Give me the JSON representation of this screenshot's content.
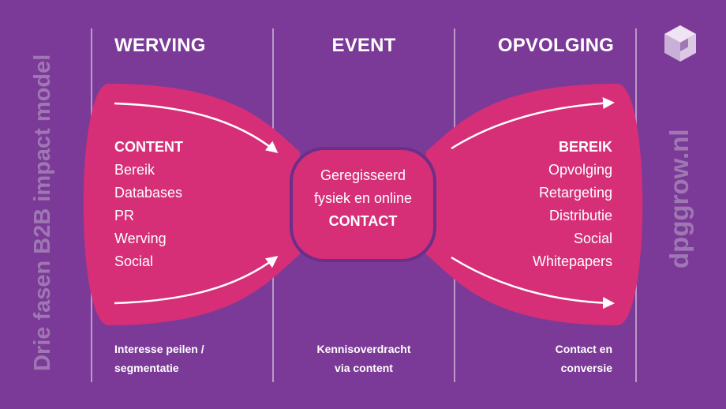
{
  "title": "Drie fasen B2B impact model",
  "brand": "dpggrow.nl",
  "columns": [
    {
      "title": "WERVING"
    },
    {
      "title": "EVENT"
    },
    {
      "title": "OPVOLGING"
    }
  ],
  "left_block": {
    "heading": "CONTENT",
    "items": [
      "Bereik",
      "Databases",
      "PR",
      "Werving",
      "Social"
    ]
  },
  "center_block": {
    "line1": "Geregisseerd",
    "line2": "fysiek en online",
    "heading": "CONTACT"
  },
  "right_block": {
    "heading": "BEREIK",
    "items": [
      "Opvolging",
      "Retargeting",
      "Distributie",
      "Social",
      "Whitepapers"
    ]
  },
  "footers": [
    {
      "line1": "Interesse peilen /",
      "line2": "segmentatie"
    },
    {
      "line1": "Kennisoverdracht",
      "line2": "via content"
    },
    {
      "line1": "Contact en",
      "line2": "conversie"
    }
  ],
  "colors": {
    "background": "#7b3a97",
    "bow": "#d62f78",
    "center_border": "#6b2f8a",
    "divider": "#b99ac6",
    "muted_text": "#9f77b3"
  },
  "icons": [
    "cube-logo-icon"
  ]
}
